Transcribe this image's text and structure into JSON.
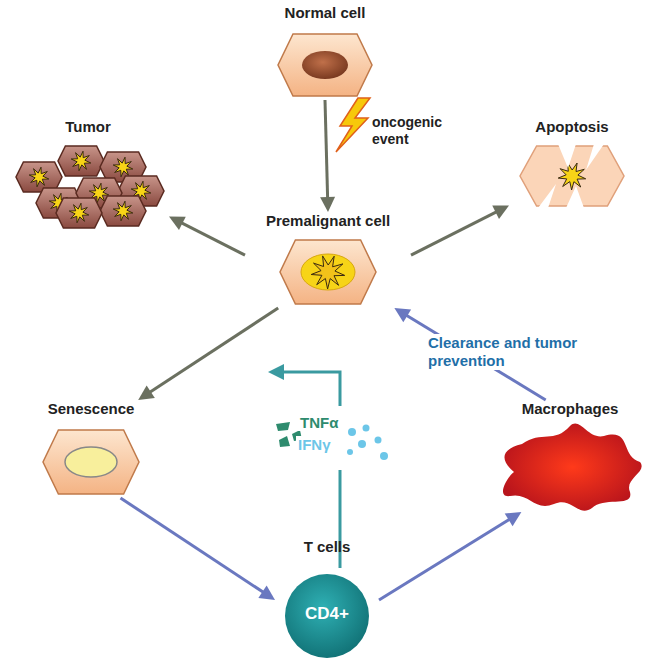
{
  "diagram": {
    "nodes": [
      {
        "text": [
          "Normal cell"
        ]
      },
      {
        "text": [
          "Tumor"
        ]
      },
      {
        "text": [
          "Premalignant cell"
        ]
      },
      {
        "text": [
          "Apoptosis"
        ]
      },
      {
        "text": [
          "Senescence"
        ]
      },
      {
        "text": [
          "Macrophages"
        ]
      },
      {
        "text": [
          "T cells",
          "CD4+"
        ]
      }
    ],
    "edges": [
      {
        "from": 0,
        "to": 2,
        "arrow": "to",
        "label": "oncogenic event"
      },
      {
        "from": 2,
        "to": 1,
        "arrow": "to"
      },
      {
        "from": 2,
        "to": 3,
        "arrow": "to"
      },
      {
        "from": 2,
        "to": 4,
        "arrow": "to"
      },
      {
        "from": 4,
        "to": 6,
        "arrow": "to"
      },
      {
        "from": 6,
        "to": 5,
        "arrow": "to"
      },
      {
        "from": 5,
        "to": 2,
        "arrow": "to",
        "label": "Clearance and tumor prevention"
      }
    ],
    "labels": [
      "TNFα",
      "IFNγ"
    ]
  }
}
